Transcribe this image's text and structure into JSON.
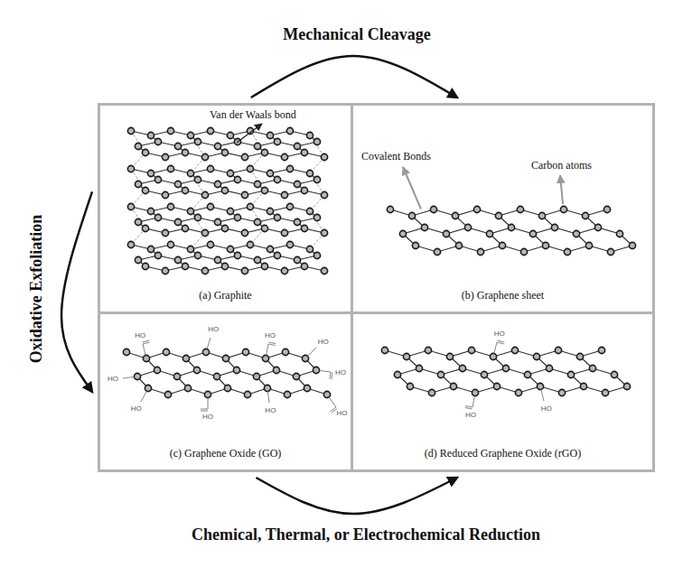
{
  "diagram": {
    "nodes": [
      {
        "text": [
          "(a) Graphite"
        ]
      },
      {
        "text": [
          "(b) Graphene sheet"
        ]
      },
      {
        "text": [
          "(c) Graphene Oxide (GO)"
        ]
      },
      {
        "text": [
          "(d) Reduced Graphene Oxide (rGO)"
        ]
      }
    ],
    "edges": [
      {
        "from": 0,
        "to": 1,
        "arrow": "to",
        "label": "Mechanical Cleavage"
      },
      {
        "from": 0,
        "to": 2,
        "arrow": "to",
        "label": "Oxidative Exfoliation"
      },
      {
        "from": 2,
        "to": 3,
        "arrow": "to",
        "label": "Chemical, Thermal, or Electrochemical Reduction"
      }
    ],
    "labels": [
      "Van der Waals bond",
      "Covalent Bonds",
      "Carbon atoms",
      "HO",
      "HO",
      "HO",
      "HO",
      "HO",
      "HO",
      "HO",
      "HO",
      "HO",
      "HO",
      "HO",
      "HO",
      "HO"
    ]
  }
}
